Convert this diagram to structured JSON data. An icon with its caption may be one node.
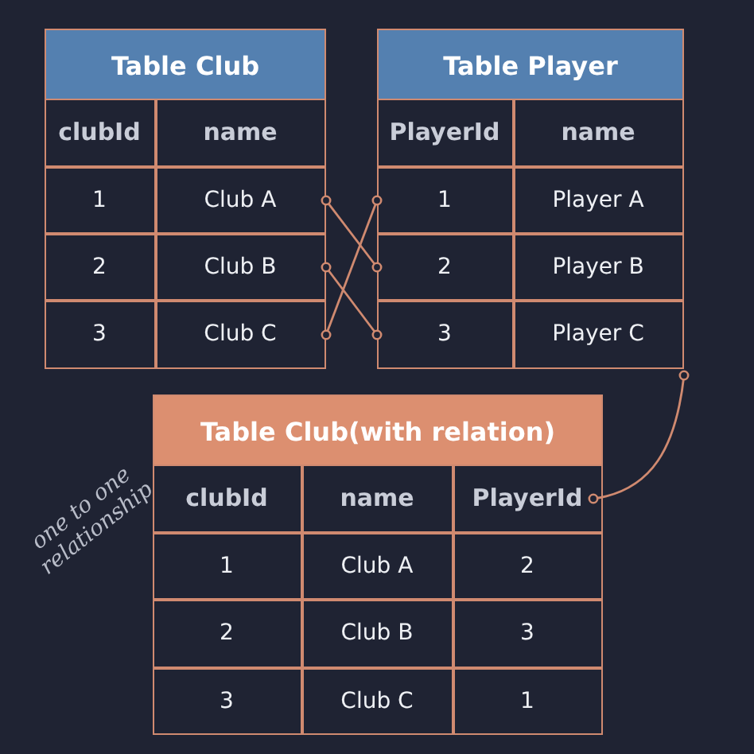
{
  "diagram": {
    "nodes": [
      {
        "text": [
          "Table Club"
        ]
      },
      {
        "text": [
          "clubId"
        ],
        "in": 0
      },
      {
        "text": [
          "name"
        ],
        "in": 0
      },
      {
        "text": [
          "1"
        ],
        "in": 0
      },
      {
        "text": [
          "Club A"
        ],
        "in": 0
      },
      {
        "text": [
          "2"
        ],
        "in": 0
      },
      {
        "text": [
          "Club B"
        ],
        "in": 0
      },
      {
        "text": [
          "3"
        ],
        "in": 0
      },
      {
        "text": [
          "Club C"
        ],
        "in": 0
      },
      {
        "text": [
          "Table Player"
        ]
      },
      {
        "text": [
          "PlayerId"
        ],
        "in": 9
      },
      {
        "text": [
          "name"
        ],
        "in": 9
      },
      {
        "text": [
          "1"
        ],
        "in": 9
      },
      {
        "text": [
          "Player A"
        ],
        "in": 9
      },
      {
        "text": [
          "2"
        ],
        "in": 9
      },
      {
        "text": [
          "Player B"
        ],
        "in": 9
      },
      {
        "text": [
          "3"
        ],
        "in": 9
      },
      {
        "text": [
          "Player C"
        ],
        "in": 9
      },
      {
        "text": [
          "Table Club(with relation)"
        ]
      },
      {
        "text": [
          "clubId"
        ],
        "in": 18
      },
      {
        "text": [
          "name"
        ],
        "in": 18
      },
      {
        "text": [
          "PlayerId"
        ],
        "in": 18
      },
      {
        "text": [
          "1"
        ],
        "in": 18
      },
      {
        "text": [
          "Club A"
        ],
        "in": 18
      },
      {
        "text": [
          "2"
        ],
        "in": 18
      },
      {
        "text": [
          "2"
        ],
        "in": 18
      },
      {
        "text": [
          "Club B"
        ],
        "in": 18
      },
      {
        "text": [
          "3"
        ],
        "in": 18
      },
      {
        "text": [
          "3"
        ],
        "in": 18
      },
      {
        "text": [
          "Club C"
        ],
        "in": 18
      },
      {
        "text": [
          "1"
        ],
        "in": 18
      }
    ],
    "edges": [
      {
        "from": 4,
        "to": 14,
        "arrow": "other"
      },
      {
        "from": 6,
        "to": 16,
        "arrow": "other"
      },
      {
        "from": 8,
        "to": 12,
        "arrow": "other"
      },
      {
        "from": 17,
        "to": 21,
        "arrow": "other"
      }
    ],
    "labels": [
      "one to one relationship"
    ]
  }
}
